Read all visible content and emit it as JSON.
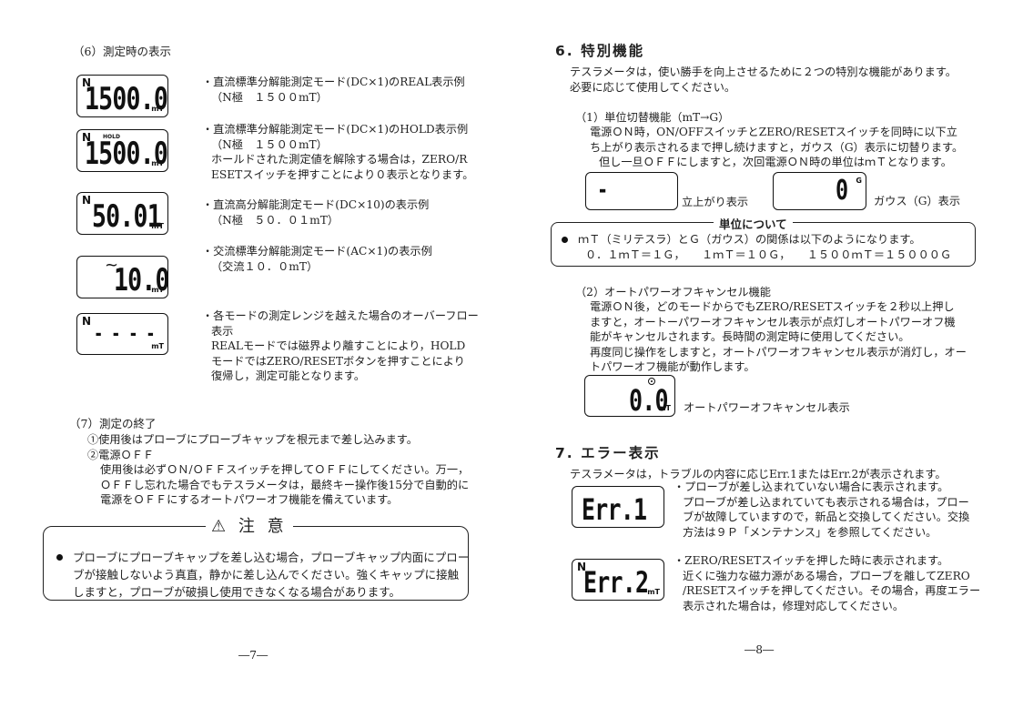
{
  "left": {
    "sec6": "（6）測定時の表示",
    "items": [
      {
        "lcd": {
          "polarity": "N",
          "value": "1500.0",
          "unit": "mT",
          "hold": ""
        },
        "lines": [
          "・直流標準分解能測定モード(DC×1)のREAL表示例",
          "（N極　１５００mT）"
        ]
      },
      {
        "lcd": {
          "polarity": "N",
          "value": "1500.0",
          "unit": "mT",
          "hold": "HOLD"
        },
        "lines": [
          "・直流標準分解能測定モード(DC×1)のHOLD表示例",
          "（N極　１５００mT）",
          "ホールドされた測定値を解除する場合は，ZERO/R",
          "ESETスイッチを押すことにより０表示となります。"
        ]
      },
      {
        "lcd": {
          "polarity": "N",
          "value": "50.01",
          "unit": "mT",
          "hold": ""
        },
        "lines": [
          "・直流高分解能測定モード(DC×10)の表示例",
          "（N極　５０．０１mT）"
        ]
      },
      {
        "lcd": {
          "polarity": "~",
          "value": "10.0",
          "unit": "mT",
          "hold": ""
        },
        "lines": [
          "・交流標準分解能測定モード(AC×1)の表示例",
          "（交流１０．０mT）"
        ]
      },
      {
        "lcd": {
          "polarity": "N",
          "value": "- - - -",
          "unit": "mT",
          "hold": ""
        },
        "lines": [
          "・各モードの測定レンジを越えた場合のオーバーフロー",
          "表示",
          "REALモードでは磁界より離すことにより，HOLD",
          "モードではZERO/RESETボタンを押すことにより",
          "復帰し，測定可能となります。"
        ]
      }
    ],
    "sec7": "（7）測定の終了",
    "sec7_lines": [
      "①使用後はプローブにプローブキャップを根元まで差し込みます。",
      "②電源ＯＦＦ",
      "使用後は必ずＯＮ/ＯＦＦスイッチを押してＯＦＦにしてください。万一，",
      "ＯＦＦし忘れた場合でもテスラメータは，最終キー操作後15分で自動的に",
      "電源をＯＦＦにするオートパワーオフ機能を備えています。"
    ],
    "caution_title": "⚠ 注 意",
    "caution_lines": [
      "プローブにプローブキャップを差し込む場合，プローブキャップ内面にプロー",
      "ブが接触しないよう真直，静かに差し込んでください。強くキャップに接触",
      "しますと，プローブが破損し使用できなくなる場合があります。"
    ],
    "page_number": "―7―"
  },
  "right": {
    "sec6_title": "6. 特別機能",
    "intro": [
      "テスラメータは，使い勝手を向上させるために２つの特別な機能があります。",
      "必要に応じて使用してください。"
    ],
    "func1_title": "（1）単位切替機能（mT→G）",
    "func1_lines": [
      "電源ＯＮ時，ON/OFFスイッチとZERO/RESETスイッチを同時に以下立",
      "ち上がり表示されるまで押し続けますと，ガウス（G）表示に切替ります。",
      "但し一旦ＯＦＦにしますと，次回電源ＯＮ時の単位はｍＴとなります。"
    ],
    "lcd_start": {
      "value": "-",
      "caption": "立上がり表示"
    },
    "lcd_gauss": {
      "value": "0",
      "unit": "G",
      "caption": "ガウス（G）表示"
    },
    "units_box_title": "単位について",
    "units_line1": "ｍＴ（ミリテスラ）とＧ（ガウス）の関係は以下のようになります。",
    "units_line2": "０．１ｍＴ＝１Ｇ，　　１ｍＴ＝１０Ｇ，　　１５００ｍＴ＝１５０００Ｇ",
    "func2_title": "（2）オートパワーオフキャンセル機能",
    "func2_lines": [
      "電源ＯＮ後，どのモードからでもZERO/RESETスイッチを２秒以上押し",
      "ますと，オートーパワーオフキャンセル表示が点灯しオートパワーオフ機",
      "能がキャンセルされます。長時間の測定時に使用してください。",
      "再度同じ操作をしますと，オートパワーオフキャンセル表示が消灯し，オー",
      "トパワーオフ機能が動作します。"
    ],
    "lcd_cancel": {
      "value": "0.0",
      "unit": "mT",
      "caption": "オートパワーオフキャンセル表示"
    },
    "sec7_title": "7. エラー表示",
    "sec7_intro": "テスラメータは，トラブルの内容に応じErr.1またはErr.2が表示されます。",
    "err1": {
      "value": "Err.1",
      "lines": [
        "・プローブが差し込まれていない場合に表示されます。",
        "プローブが差し込まれていても表示される場合は，プロー",
        "ブが故障していますので，新品と交換してください。交換",
        "方法は９Ｐ「メンテナンス」を参照してください。"
      ]
    },
    "err2": {
      "polarity": "N",
      "value": "Err.2",
      "unit": "mT",
      "lines": [
        "・ZERO/RESETスイッチを押した時に表示されます。",
        "近くに強力な磁力源がある場合，プローブを離してZERO",
        "/RESETスイッチを押してください。その場合，再度エラー",
        "表示された場合は，修理対応してください。"
      ]
    },
    "page_number": "―8―"
  }
}
